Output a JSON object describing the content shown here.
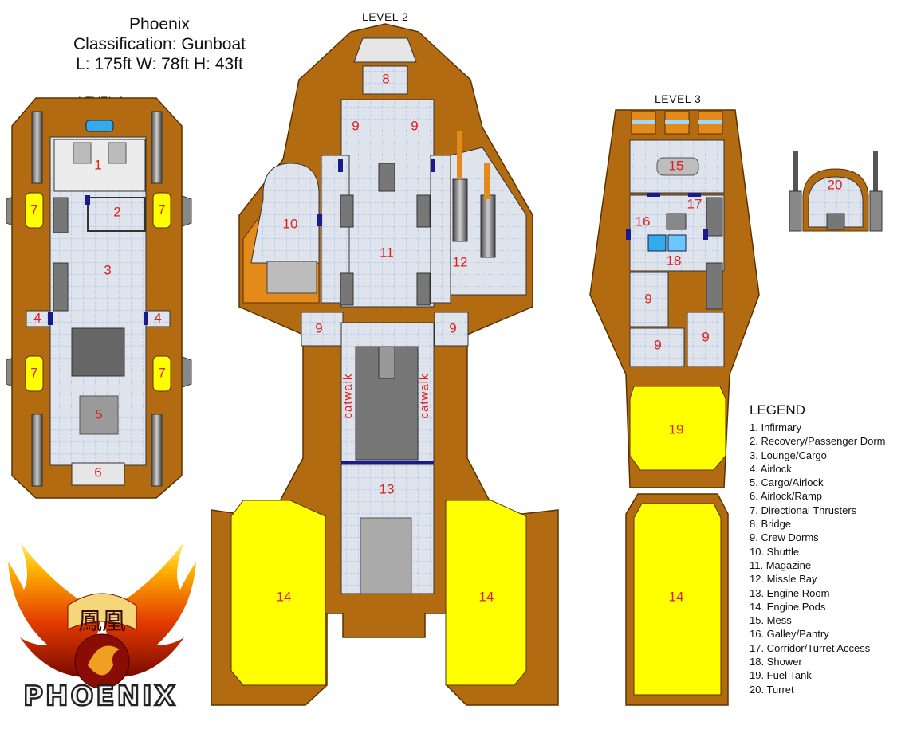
{
  "title": {
    "name": "Phoenix",
    "classification": "Classification: Gunboat",
    "dimensions": "L: 175ft  W: 78ft  H: 43ft"
  },
  "levels": {
    "level1": "LEVEL 1",
    "level2": "LEVEL 2",
    "level3": "LEVEL 3"
  },
  "rooms": {
    "r1": "1",
    "r2": "2",
    "r3": "3",
    "r4a": "4",
    "r4b": "4",
    "r5": "5",
    "r6": "6",
    "r7a": "7",
    "r7b": "7",
    "r7c": "7",
    "r7d": "7",
    "r8": "8",
    "r9a": "9",
    "r9b": "9",
    "r9c": "9",
    "r9d": "9",
    "r9e": "9",
    "r9f": "9",
    "r9g": "9",
    "r10": "10",
    "r11": "11",
    "r12": "12",
    "r13": "13",
    "r14a": "14",
    "r14b": "14",
    "r14c": "14",
    "r15": "15",
    "r16": "16",
    "r17": "17",
    "r18": "18",
    "r19": "19",
    "r20": "20"
  },
  "catwalk": {
    "left": "catwalk",
    "right": "catwalk"
  },
  "legend": {
    "title": "LEGEND",
    "items": [
      "1. Infirmary",
      "2. Recovery/Passenger Dorm",
      "3. Lounge/Cargo",
      "4. Airlock",
      "5. Cargo/Airlock",
      "6. Airlock/Ramp",
      "7. Directional Thrusters",
      "8. Bridge",
      "9. Crew Dorms",
      "10. Shuttle",
      "11. Magazine",
      "12. Missle Bay",
      "13. Engine Room",
      "14. Engine Pods",
      "15. Mess",
      "16. Galley/Pantry",
      "17. Corridor/Turret Access",
      "18. Shower",
      "19. Fuel Tank",
      "20. Turret"
    ]
  },
  "logo": {
    "glyphs": "鳳凰",
    "word": "PHOENIX"
  },
  "colors": {
    "hull": "#b36b12",
    "hull_edge": "#5a3200",
    "deck": "#dfe3ec",
    "grid": "#8fb4ea",
    "fuel": "#ffff00",
    "door": "#1a1a8c",
    "label": "#e0201c"
  }
}
